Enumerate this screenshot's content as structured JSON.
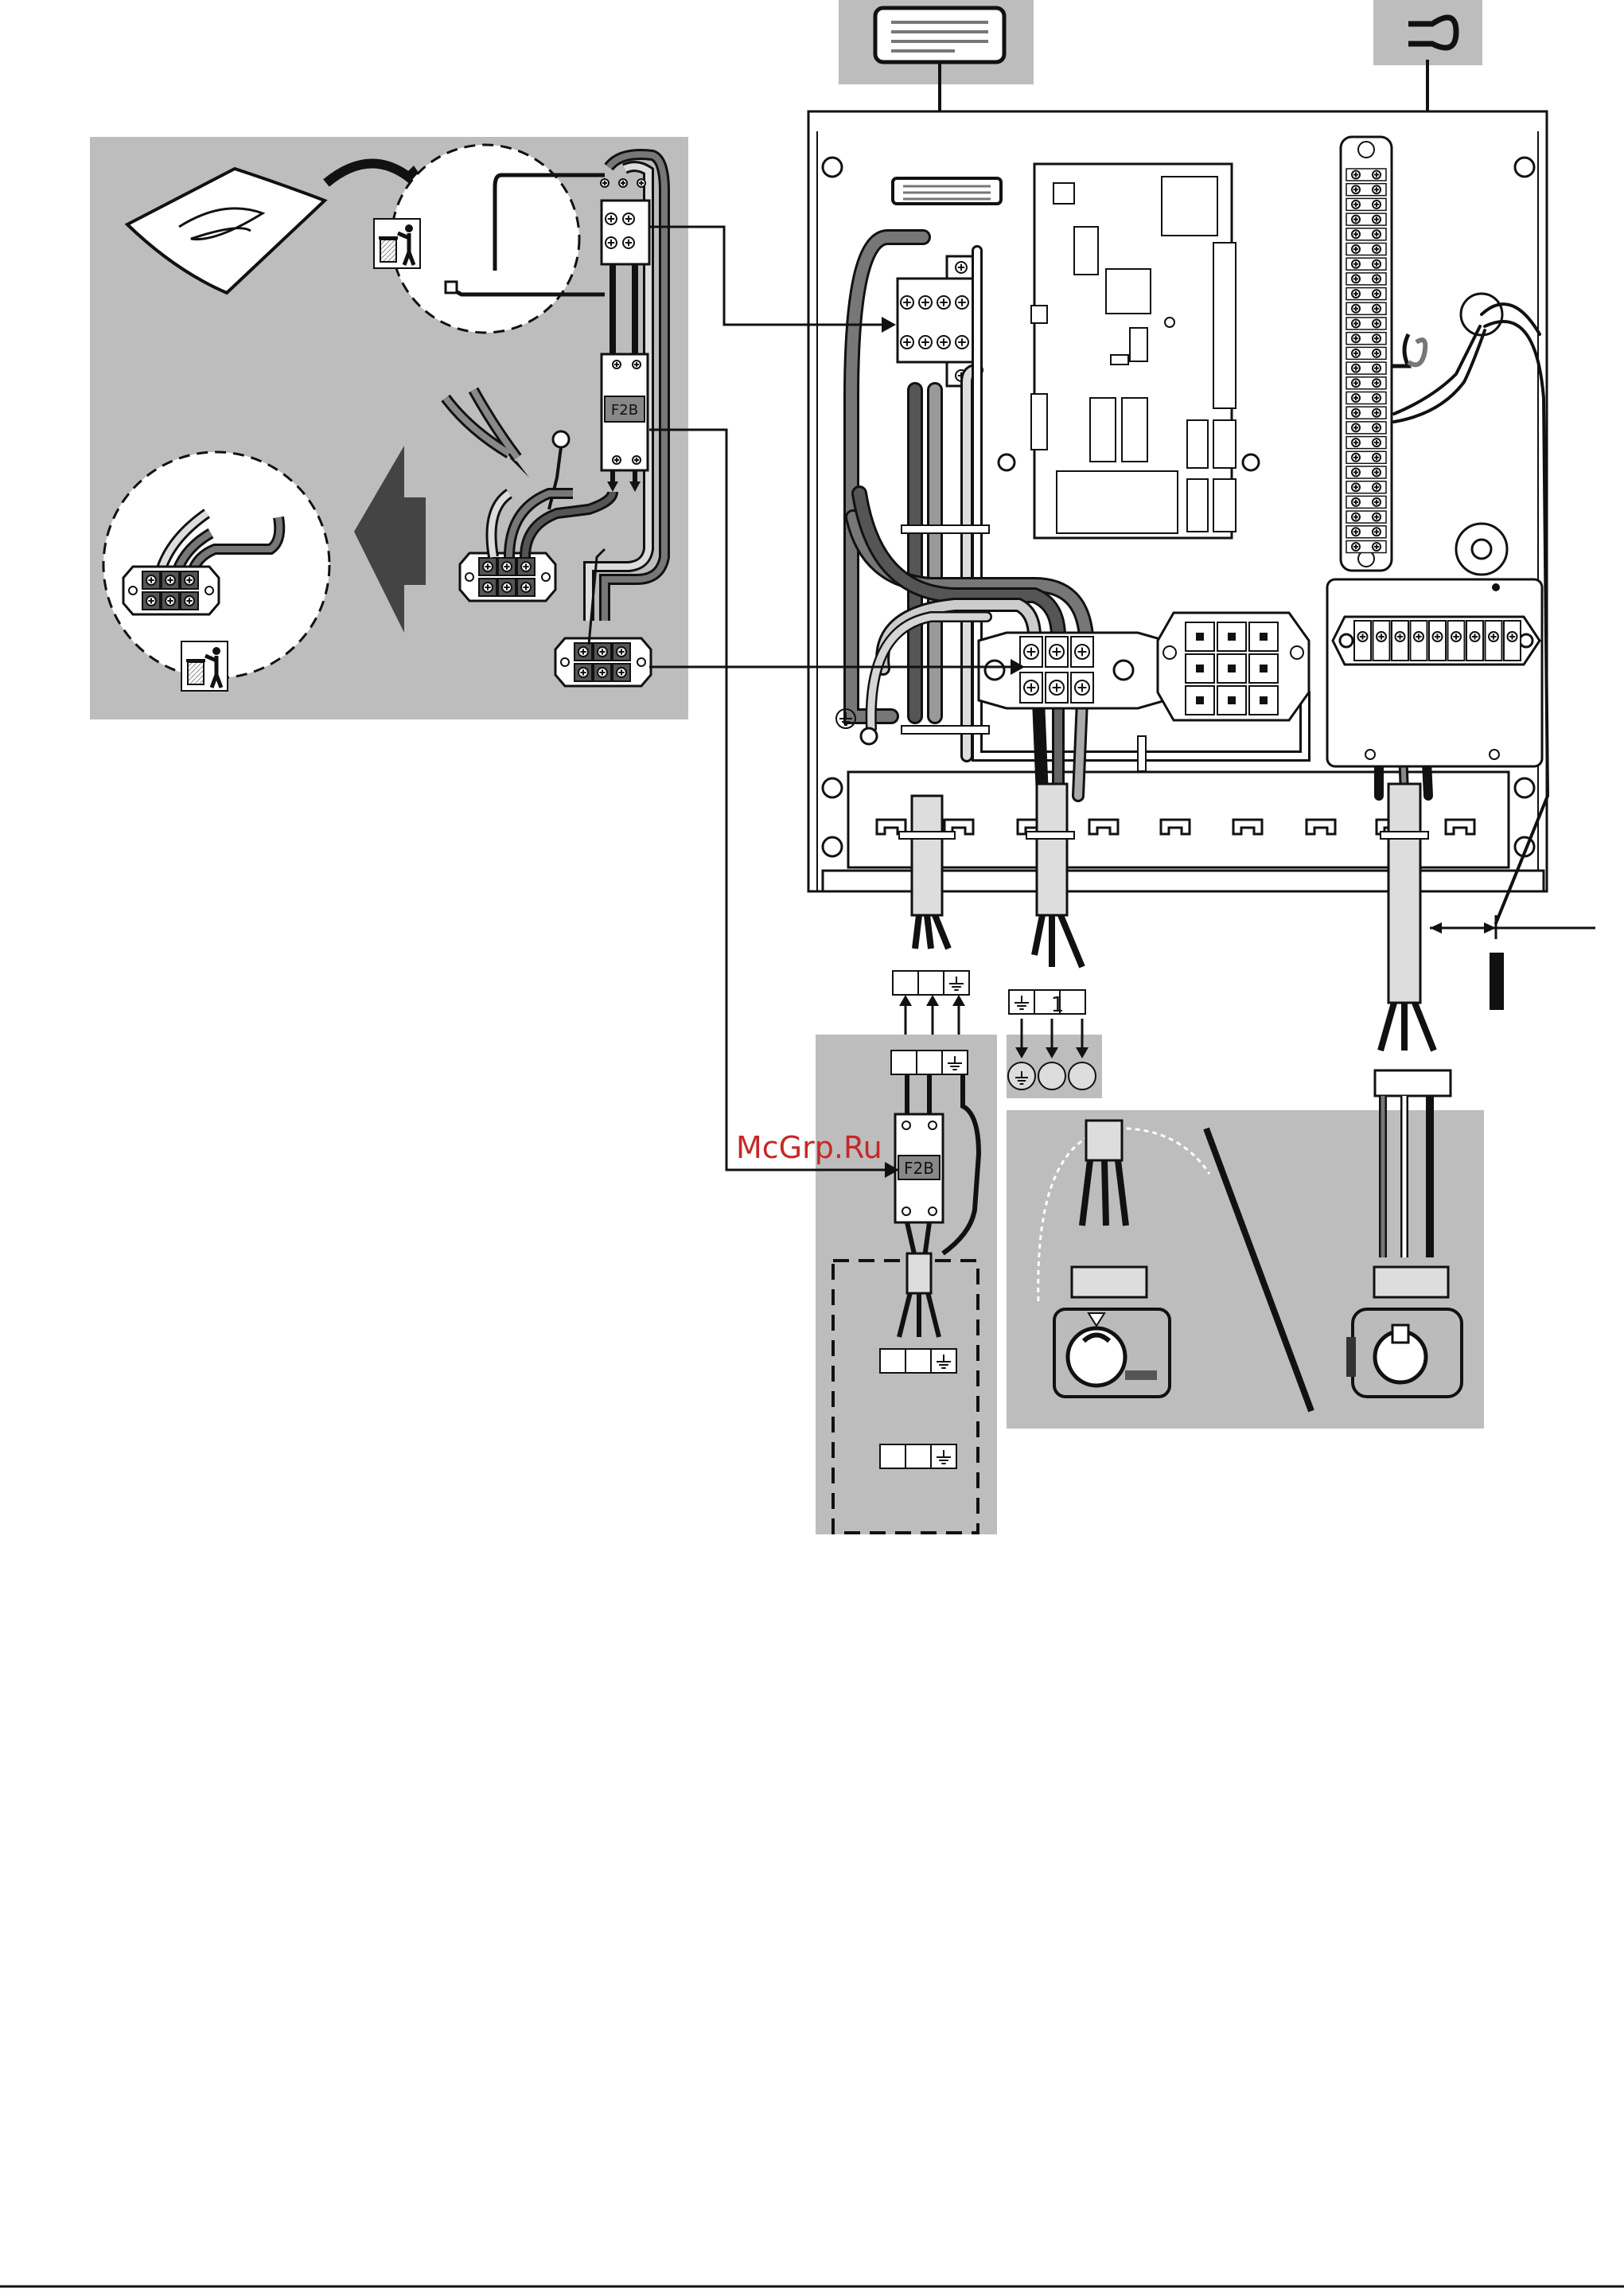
{
  "watermark": {
    "text": "McGrp.Ru",
    "color": "#c62828"
  },
  "labels": {
    "breaker": "F2B",
    "breaker_lower": "F2B",
    "terminal_number": "1"
  },
  "colors": {
    "panel_gray": "#bdbdbd",
    "cabinet_bg": "#ffffff",
    "wire_dark": "#1a1a1a",
    "wire_mid": "#6e6e6e",
    "wire_light": "#d4d4d4"
  },
  "icons": [
    "wire-bag-icon",
    "trash-bin-icon",
    "cable-cutter-icon",
    "ring-terminal-icon",
    "earth-ground-icon",
    "actuator-valve-icon",
    "bridge-link-icon",
    "label-sticker-icon"
  ]
}
